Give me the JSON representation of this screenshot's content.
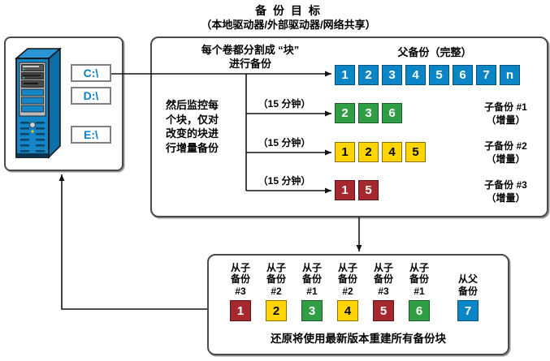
{
  "title": {
    "line1": "备 份 目 标",
    "line2": "（本地驱动器/外部驱动器/网络共享）"
  },
  "server": {
    "drives": [
      {
        "label": "C:\\"
      },
      {
        "label": "D:\\"
      },
      {
        "label": "E:\\"
      }
    ]
  },
  "colors": {
    "blue": "#0a85c5",
    "green": "#2f9e44",
    "yellow": "#ffd400",
    "red": "#a5282e"
  },
  "backup_panel": {
    "split_note": {
      "line1": "每个卷都分割成 “块”",
      "line2": "进行备份"
    },
    "parent": {
      "label": "父备份（完整）",
      "blocks": [
        "1",
        "2",
        "3",
        "4",
        "5",
        "6",
        "7",
        "n"
      ],
      "color": "blue"
    },
    "monitor_note_lines": [
      "然后监控每",
      "个块，仅对",
      "改变的块进",
      "行增量备份"
    ],
    "interval_label": "（15 分钟）",
    "children": [
      {
        "label_line1": "子备份 #1",
        "label_line2": "（增量）",
        "blocks": [
          "2",
          "3",
          "6"
        ],
        "color": "green"
      },
      {
        "label_line1": "子备份 #2",
        "label_line2": "（增量）",
        "blocks": [
          "1",
          "2",
          "4",
          "5"
        ],
        "color": "yellow"
      },
      {
        "label_line1": "子备份 #3",
        "label_line2": "（增量）",
        "blocks": [
          "1",
          "5"
        ],
        "color": "red"
      }
    ]
  },
  "restore_panel": {
    "columns": [
      {
        "label_lines": [
          "从子",
          "备份",
          "#3"
        ],
        "block": "1",
        "color": "red"
      },
      {
        "label_lines": [
          "从子",
          "备份",
          "#2"
        ],
        "block": "2",
        "color": "yellow"
      },
      {
        "label_lines": [
          "从子",
          "备份",
          "#1"
        ],
        "block": "3",
        "color": "green"
      },
      {
        "label_lines": [
          "从子",
          "备份",
          "#2"
        ],
        "block": "4",
        "color": "yellow"
      },
      {
        "label_lines": [
          "从子",
          "备份",
          "#3"
        ],
        "block": "5",
        "color": "red"
      },
      {
        "label_lines": [
          "从子",
          "备份",
          "#1"
        ],
        "block": "6",
        "color": "green"
      },
      {
        "label_lines": [
          "从父",
          "备份"
        ],
        "block": "7",
        "color": "blue"
      }
    ],
    "caption": "还原将使用最新版本重建所有备份块"
  }
}
